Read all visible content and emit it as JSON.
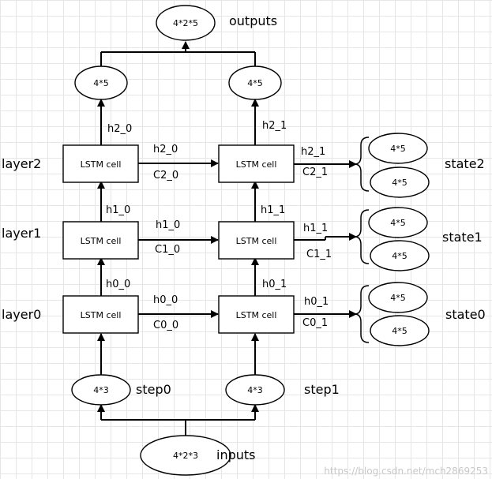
{
  "nodes": {
    "cell_l0_s0": "LSTM cell",
    "cell_l0_s1": "LSTM cell",
    "cell_l1_s0": "LSTM cell",
    "cell_l1_s1": "LSTM cell",
    "cell_l2_s0": "LSTM cell",
    "cell_l2_s1": "LSTM cell",
    "inputs_shape": "4*2*3",
    "step0_shape": "4*3",
    "step1_shape": "4*3",
    "out0_shape": "4*5",
    "out1_shape": "4*5",
    "outputs_shape": "4*2*5",
    "state2_h": "4*5",
    "state2_c": "4*5",
    "state1_h": "4*5",
    "state1_c": "4*5",
    "state0_h": "4*5",
    "state0_c": "4*5"
  },
  "labels": {
    "outputs": "outputs",
    "inputs": "inputs",
    "step0": "step0",
    "step1": "step1",
    "layer0": "layer0",
    "layer1": "layer1",
    "layer2": "layer2",
    "state0": "state0",
    "state1": "state1",
    "state2": "state2"
  },
  "edges": {
    "h0_0_up": "h0_0",
    "h1_0_up": "h1_0",
    "h2_0_up": "h2_0",
    "h0_1_up": "h0_1",
    "h1_1_up": "h1_1",
    "h2_1_up": "h2_1",
    "h0_0_right": "h0_0",
    "c0_0_right": "C0_0",
    "h1_0_right": "h1_0",
    "c1_0_right": "C1_0",
    "h2_0_right": "h2_0",
    "c2_0_right": "C2_0",
    "h0_1_out": "h0_1",
    "c0_1_out": "C0_1",
    "h1_1_out": "h1_1",
    "c1_1_out": "C1_1",
    "h2_1_out": "h2_1",
    "c2_1_out": "C2_1"
  },
  "watermark": "https://blog.csdn.net/mch2869253"
}
